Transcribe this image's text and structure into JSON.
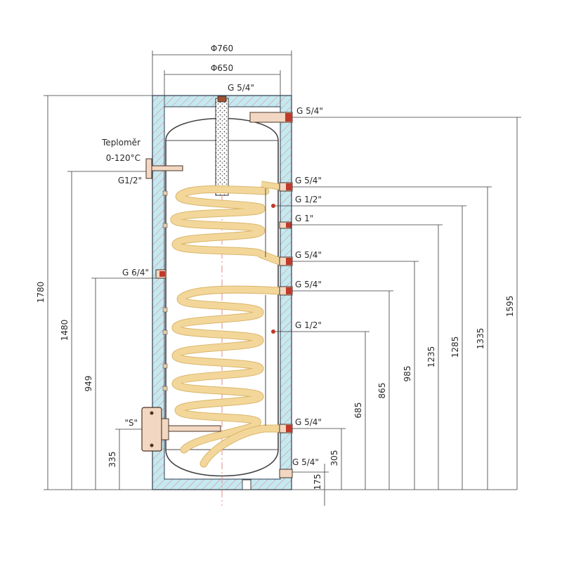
{
  "diameters": {
    "outer": "Φ760",
    "inner": "Φ650"
  },
  "connections": {
    "top": "G 5/4\"",
    "r1": "G 5/4\"",
    "r2": "G 5/4\"",
    "r3": "G 1/2\"",
    "r4": "G 1\"",
    "r5": "G 5/4\"",
    "r6": "G 5/4\"",
    "r7": "G 1/2\"",
    "r8": "G 5/4\"",
    "r9": "G 5/4\"",
    "left_thermo": "G1/2\"",
    "left_mid": "G 6/4\"",
    "left_s": "\"S\""
  },
  "thermometer": {
    "name": "Teploměr",
    "range": "0-120°C"
  },
  "heights": {
    "h1780": "1780",
    "h1480": "1480",
    "h949": "949",
    "h335": "335",
    "h1595": "1595",
    "h1335": "1335",
    "h1285": "1285",
    "h1235": "1235",
    "h985": "985",
    "h865": "865",
    "h685": "685",
    "h305": "305",
    "h175": "175"
  },
  "colors": {
    "insulation": "#c5e9f0",
    "hatch": "#ee3a3a",
    "coil": "#f3d79a",
    "nozzle": "#f2d8c2"
  }
}
